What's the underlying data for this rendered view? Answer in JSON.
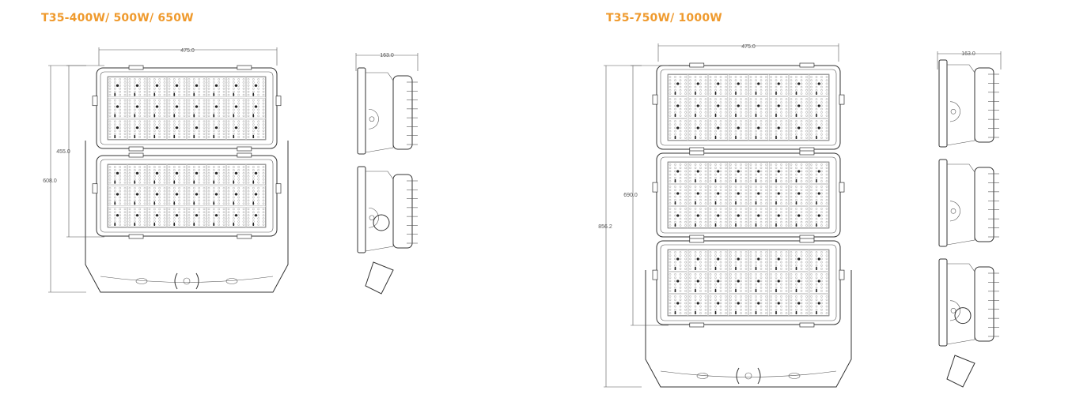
{
  "drawings": [
    {
      "title": "T35-400W/ 500W/ 650W",
      "front_width": "475.0",
      "panel_height": "455.0",
      "total_height": "608.0",
      "side_depth": "163.0",
      "panel_count": 2
    },
    {
      "title": "T35-750W/ 1000W",
      "front_width": "475.0",
      "panel_height": "690.0",
      "total_height": "856.2",
      "side_depth": "163.0",
      "panel_count": 3
    }
  ],
  "colors": {
    "title": "#ef9a2d",
    "line": "#333333"
  }
}
